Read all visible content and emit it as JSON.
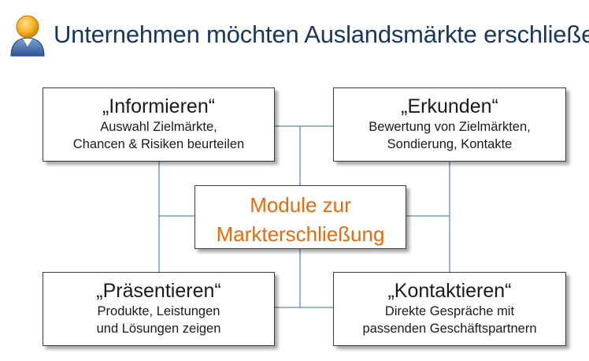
{
  "header": {
    "title": "Unternehmen möchten Auslandsmärkte erschließen",
    "icon": "person-icon"
  },
  "center": {
    "line1": "Module zur",
    "line2": "Markterschließung",
    "color": "#e46c0a"
  },
  "modules": {
    "informieren": {
      "title": "„Informieren“",
      "line1": "Auswahl Zielmärkte,",
      "line2": "Chancen & Risiken beurteilen"
    },
    "erkunden": {
      "title": "„Erkunden“",
      "line1": "Bewertung von Zielmärkten,",
      "line2": "Sondierung, Kontakte"
    },
    "praesentieren": {
      "title": "„Präsentieren“",
      "line1": "Produkte, Leistungen",
      "line2": "und Lösungen zeigen"
    },
    "kontaktieren": {
      "title": "„Kontaktieren“",
      "line1": "Direkte Gespräche mit",
      "line2": "passenden Geschäftspartnern"
    }
  },
  "colors": {
    "title": "#17375e",
    "connector": "#5b8bbf"
  }
}
